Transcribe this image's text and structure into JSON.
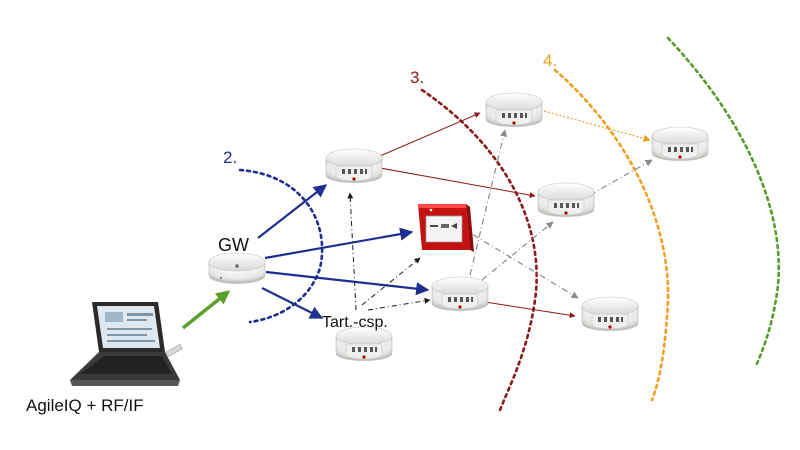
{
  "labels": {
    "gateway": "GW",
    "laptop": "AgileIQ + RF/IF",
    "repeater": "Tart.-csp.",
    "zone_2": "2.",
    "zone_3": "3.",
    "zone_4": "4."
  },
  "colors": {
    "zone_2": "#1f2f8f",
    "zone_3": "#8b1a1a",
    "zone_4": "#f0a020",
    "zone_5": "#5a9a2a",
    "link_blue": "#1f2f8f",
    "link_red": "#8b1a1a",
    "link_orange": "#f0a020",
    "link_gray": "#8a8a8a",
    "link_black": "#1a1a1a",
    "link_green": "#5aa02c",
    "call_point": "#e02020"
  },
  "icons": {
    "laptop": "laptop-icon",
    "gateway": "gateway-device-icon",
    "detector": "smoke-detector-icon",
    "call_point": "manual-call-point-icon"
  }
}
